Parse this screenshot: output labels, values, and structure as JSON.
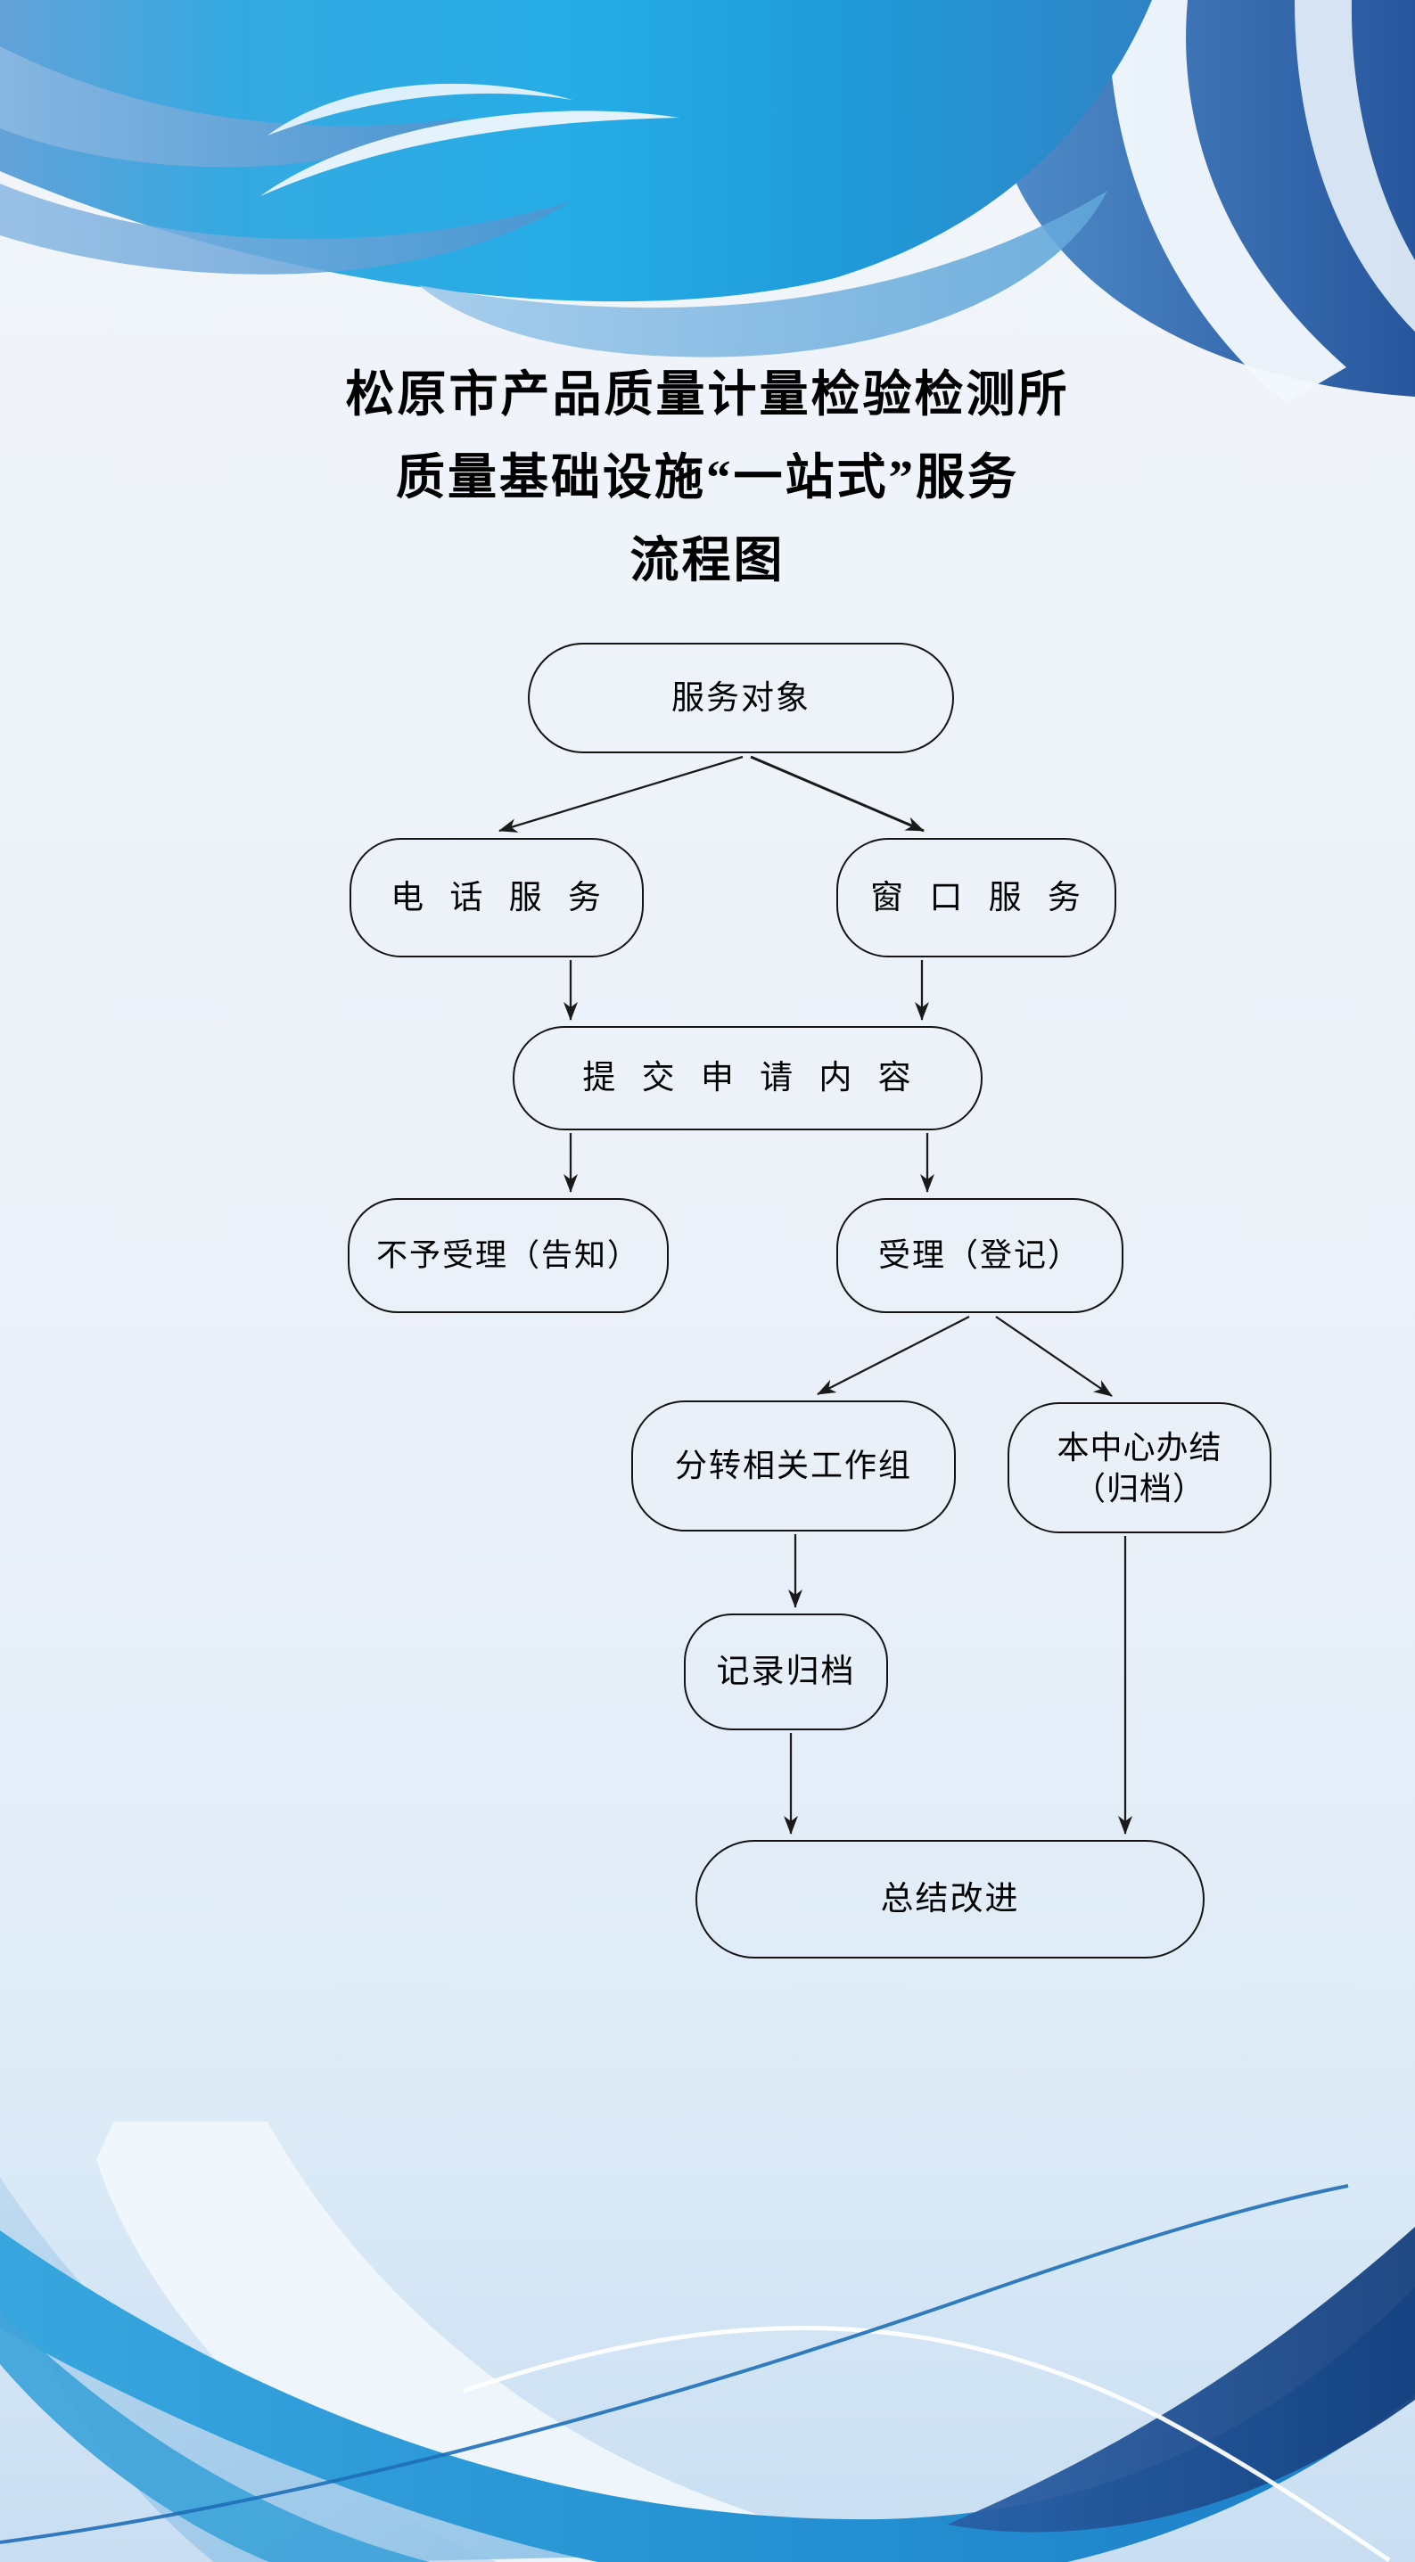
{
  "document": {
    "title_lines": [
      "松原市产品质量计量检验检测所",
      "质量基础设施“一站式”服务",
      "流程图"
    ]
  },
  "flowchart": {
    "nodes": [
      {
        "id": "service-target",
        "label": "服务对象"
      },
      {
        "id": "phone-service",
        "label": "电 话 服 务"
      },
      {
        "id": "window-service",
        "label": "窗 口 服 务"
      },
      {
        "id": "submit-application",
        "label": "提 交 申 请 内 容"
      },
      {
        "id": "not-accepted",
        "label": "不予受理（告知）"
      },
      {
        "id": "accepted",
        "label": "受理（登记）"
      },
      {
        "id": "dispatch-workgroup",
        "label": "分转相关工作组"
      },
      {
        "id": "center-closeout",
        "label": "本中心办结\n（归档）"
      },
      {
        "id": "record-archive",
        "label": "记录归档"
      },
      {
        "id": "summarize-improve",
        "label": "总结改进"
      }
    ],
    "edges": [
      {
        "from": "service-target",
        "to": "phone-service"
      },
      {
        "from": "service-target",
        "to": "window-service"
      },
      {
        "from": "phone-service",
        "to": "submit-application"
      },
      {
        "from": "window-service",
        "to": "submit-application"
      },
      {
        "from": "submit-application",
        "to": "not-accepted"
      },
      {
        "from": "submit-application",
        "to": "accepted"
      },
      {
        "from": "accepted",
        "to": "dispatch-workgroup"
      },
      {
        "from": "accepted",
        "to": "center-closeout"
      },
      {
        "from": "dispatch-workgroup",
        "to": "record-archive"
      },
      {
        "from": "record-archive",
        "to": "summarize-improve"
      },
      {
        "from": "center-closeout",
        "to": "summarize-improve"
      }
    ]
  },
  "colors": {
    "page_background": "#edf2f9",
    "node_border": "#141414",
    "node_text": "#000000",
    "arrow": "#1a1a1a",
    "wave_cyan": "#25ace6",
    "wave_blue": "#2f83c5",
    "wave_steel": "#5c9ed6",
    "wave_navy": "#15407e",
    "wave_light": "#aacfeb",
    "wave_white": "#f3f8fd"
  }
}
